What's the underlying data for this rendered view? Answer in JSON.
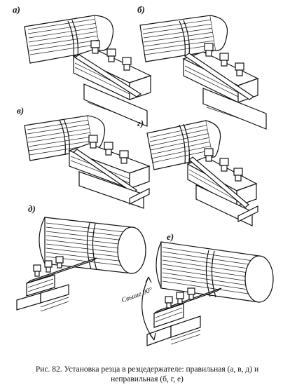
{
  "figure": {
    "panels": [
      {
        "id": "a",
        "label": "а)"
      },
      {
        "id": "b",
        "label": "б)"
      },
      {
        "id": "v",
        "label": "в)"
      },
      {
        "id": "g",
        "label": "г)"
      },
      {
        "id": "d",
        "label": "д)"
      },
      {
        "id": "e",
        "label": "е)"
      }
    ],
    "angle_annotation": "Свыше 90°",
    "caption_line1": "Рис. 82. Установка резца в резцедержателе: правильная (а, в, д) и",
    "caption_line2": "неправильная (б, г, е)"
  }
}
